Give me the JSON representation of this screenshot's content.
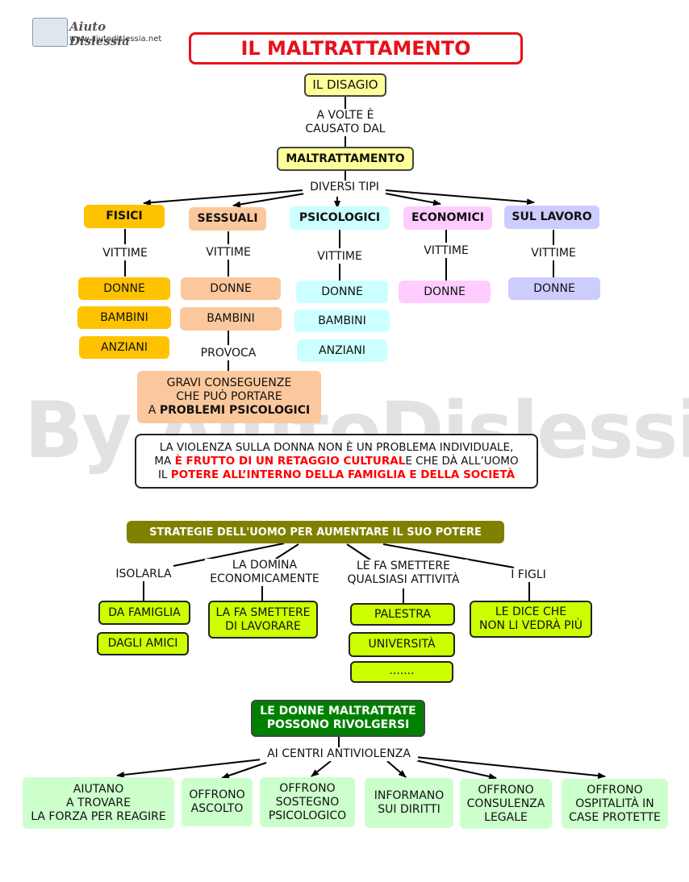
{
  "logo": {
    "name": "Aiuto Dislessia",
    "url": "www.aiutodislessia.net"
  },
  "watermark": "By AiutoDislessia.net",
  "title": "IL MALTRATTAMENTO",
  "top": {
    "disagio": "IL DISAGIO",
    "link_causato": "A VOLTE È\nCAUSATO DAL",
    "maltrattamento": "MALTRATTAMENTO",
    "link_tipi": "DIVERSI TIPI"
  },
  "types": {
    "fisici": {
      "label": "FISICI",
      "link": "VITTIME",
      "victims": [
        "DONNE",
        "BAMBINI",
        "ANZIANI"
      ]
    },
    "sessuali": {
      "label": "SESSUALI",
      "link": "VITTIME",
      "victims": [
        "DONNE",
        "BAMBINI"
      ],
      "link_provoca": "PROVOCA"
    },
    "psicologici": {
      "label": "PSICOLOGICI",
      "link": "VITTIME",
      "victims": [
        "DONNE",
        "BAMBINI",
        "ANZIANI"
      ]
    },
    "economici": {
      "label": "ECONOMICI",
      "link": "VITTIME",
      "victims": [
        "DONNE"
      ]
    },
    "lavoro": {
      "label": "SUL LAVORO",
      "link": "VITTIME",
      "victims": [
        "DONNE"
      ]
    }
  },
  "conseguenze": {
    "line1": "GRAVI CONSEGUENZE",
    "line2": "CHE PUÒ PORTARE",
    "line3a": "A ",
    "line3b": "PROBLEMI PSICOLOGICI"
  },
  "violenza": {
    "l1": "LA VIOLENZA SULLA DONNA NON È UN PROBLEMA INDIVIDUALE,",
    "l2a": "MA ",
    "l2b": "È FRUTTO DI UN RETAGGIO CULTURAL",
    "l2c": "E CHE DÀ ALL’UOMO",
    "l3a": "IL ",
    "l3b": "POTERE ALL’INTERNO DELLA FAMIGLIA E DELLA SOCIETÀ"
  },
  "strategie": {
    "title": "STRATEGIE DELL'UOMO PER AUMENTARE IL SUO POTERE",
    "isolarla": "ISOLARLA",
    "domina": "LA DOMINA\nECONOMICAMENTE",
    "smettere": "LE FA SMETTERE\nQUALSIASI ATTIVITÀ",
    "figli": "I FIGLI",
    "famiglia": "DA FAMIGLIA",
    "amici": "DAGLI AMICI",
    "lavorare": "LA FA SMETTERE\nDI LAVORARE",
    "palestra": "PALESTRA",
    "universita": "UNIVERSITÀ",
    "dots": ".......",
    "vedra": "LE DICE CHE\nNON LI VEDRÀ PIÙ"
  },
  "centri": {
    "title": "LE DONNE MALTRATTATE\nPOSSONO RIVOLGERSI",
    "link": "AI CENTRI ANTIVIOLENZA",
    "items": [
      "AIUTANO\nA TROVARE\nLA FORZA PER REAGIRE",
      "OFFRONO\nASCOLTO",
      "OFFRONO\nSOSTEGNO\nPSICOLOGICO",
      "INFORMANO\nSUI DIRITTI",
      "OFFRONO\nCONSULENZA\nLEGALE",
      "OFFRONO\nOSPITALITÀ IN\nCASE PROTETTE"
    ]
  },
  "colors": {
    "title_border": "#e8101a",
    "title_text": "#e8101a",
    "yellow": "#ffff99",
    "fisici": "#ffc200",
    "sessuali": "#fbc89d",
    "psicologici": "#ccffff",
    "economici": "#ffccff",
    "lavoro": "#ccccff",
    "red_text": "#ff0000",
    "olive": "#808000",
    "lime": "#ccff00",
    "green_dark": "#008000",
    "green_light": "#ccffcc"
  }
}
